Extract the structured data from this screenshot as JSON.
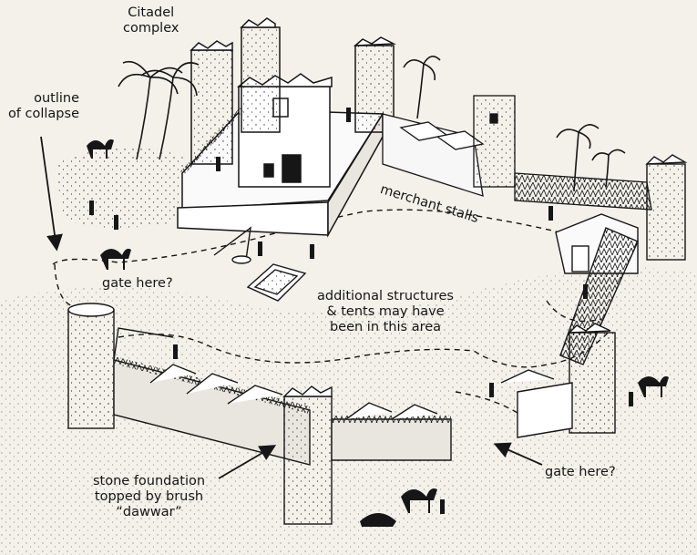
{
  "figure": {
    "labels": {
      "citadel": [
        "Citadel",
        "complex"
      ],
      "collapse": [
        "outline",
        "of collapse"
      ],
      "merchant": "merchant stalls",
      "gate_west": "gate here?",
      "additional": [
        "additional structures",
        "& tents may have",
        "been in this area"
      ],
      "gate_east": "gate here?",
      "foundation": [
        "stone foundation",
        "topped by brush",
        "“dawwar”"
      ]
    },
    "colors": {
      "ink": "#161616",
      "paper": "#f4f1ea",
      "wall": "#ffffff"
    }
  }
}
